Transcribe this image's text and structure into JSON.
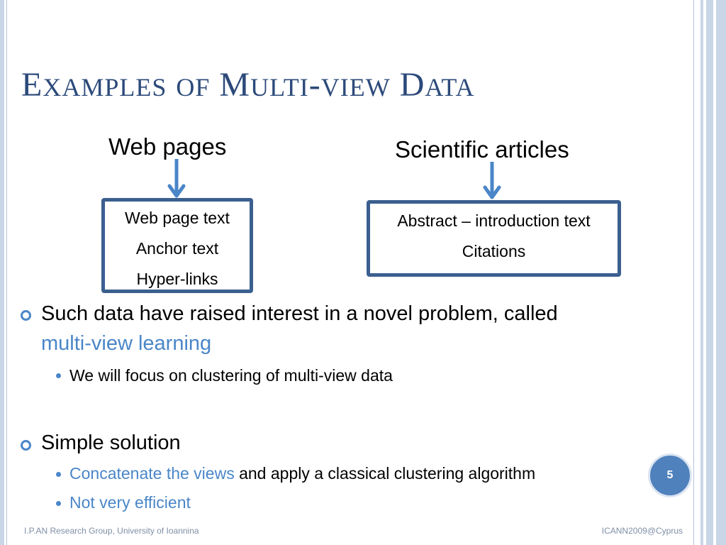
{
  "slide": {
    "title_parts": {
      "e": "E",
      "xamples": "XAMPLES",
      "of": "OF",
      "m": "M",
      "ulti": "ULTI",
      "dash": "-",
      "view": "VIEW",
      "d": "D",
      "ata": "ATA"
    },
    "views": [
      {
        "label": "Web pages",
        "items": [
          "Web page text",
          "Anchor text",
          "Hyper-links"
        ]
      },
      {
        "label": "Scientific articles",
        "items": [
          "Abstract – introduction text",
          "Citations"
        ]
      }
    ],
    "bullets": [
      {
        "text": "Such data have raised interest in a novel problem, called",
        "highlight": "multi-view learning",
        "sub": [
          {
            "text": "We will focus on clustering of multi-view data"
          }
        ]
      },
      {
        "text": "Simple solution",
        "sub": [
          {
            "highlight": "Concatenate the views",
            "text": " and apply a classical clustering algorithm"
          },
          {
            "highlight": "Not very efficient"
          }
        ]
      }
    ],
    "footer_left": "I.P.AN Research Group, University of Ioannina",
    "footer_right": "ICANN2009@Cyprus",
    "page_number": "5",
    "colors": {
      "title": "#2c4a7a",
      "accent": "#4a86c8",
      "box_border": "#3b5f8f",
      "badge": "#4f81bd",
      "frame": "#c9d6e8"
    }
  }
}
